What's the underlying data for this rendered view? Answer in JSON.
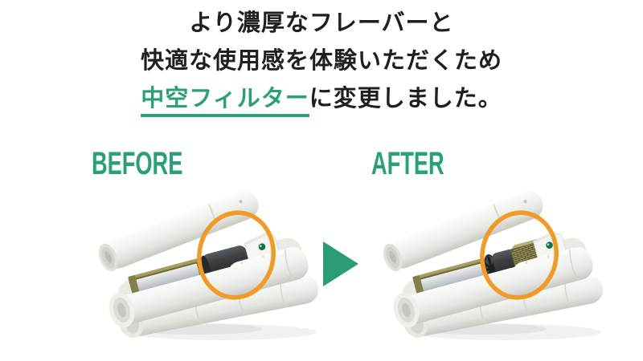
{
  "headline": {
    "line1": "より濃厚なフレーバーと",
    "line2": "快適な使用感を体験いただくため",
    "line3_highlight": "中空フィルター",
    "line3_rest": "に変更しました。"
  },
  "comparison": {
    "before": {
      "label": "BEFORE",
      "illustration": "stick-cutaway-solid-filter"
    },
    "after": {
      "label": "AFTER",
      "illustration": "stick-cutaway-hollow-filter"
    },
    "arrow_icon": "triangle-right-icon"
  },
  "colors": {
    "background": "#ffffff",
    "text_black": "#1f1f1f",
    "accent_green": "#2aa078",
    "arrow_green": "#2a9d78",
    "highlight_orange": "#f09a28",
    "brand_dot_green": "#14714a"
  }
}
